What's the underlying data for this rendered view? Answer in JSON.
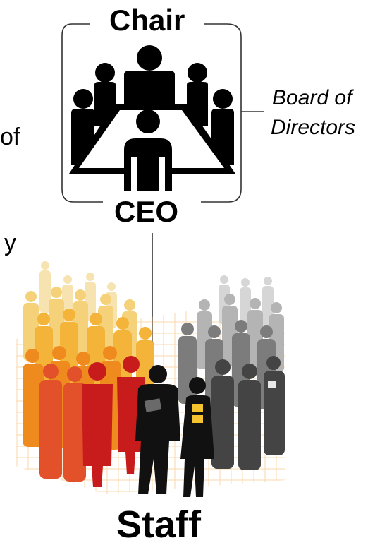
{
  "labels": {
    "chair": "Chair",
    "ceo": "CEO",
    "board_line1": "Board of",
    "board_line2": "Directors",
    "staff": "Staff"
  },
  "cropped_text": {
    "fragment_1": "of",
    "fragment_2": "y"
  },
  "colors": {
    "ink": "#000000",
    "frame": "#333333",
    "staff_warm": [
      "#f7e0a6",
      "#f6c243",
      "#f39a1d",
      "#e5452b",
      "#cd1e1e"
    ],
    "staff_grey": [
      "#dcdcdc",
      "#a8a8a8",
      "#6e6e6e",
      "#3a3a3a"
    ],
    "highlight": "#f5c330"
  },
  "icons": [
    "boardroom-icon",
    "staff-crowd-icon"
  ]
}
